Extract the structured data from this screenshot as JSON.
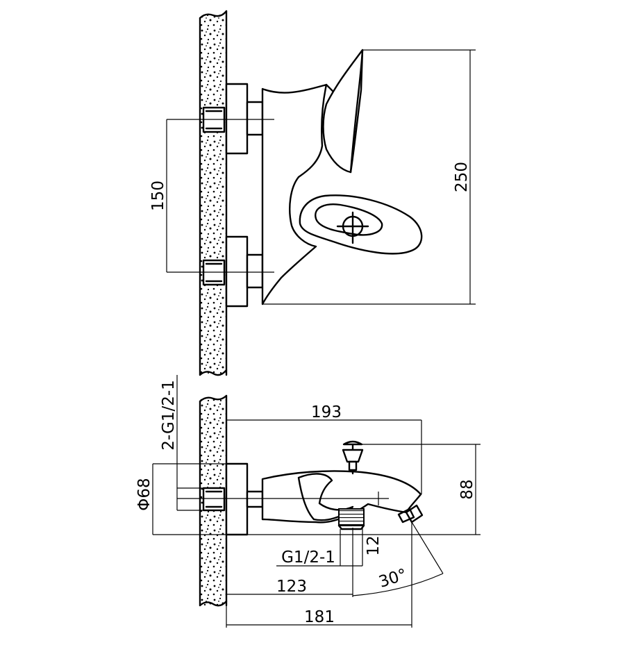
{
  "drawing": {
    "dimensions": {
      "total_height": "250",
      "inlet_spacing": "150",
      "spout_reach": "193",
      "spout_height": "88",
      "inlet_thread": "2-G1/2-1",
      "flange_diameter": "Φ68",
      "outlet_thread": "G1/2-1",
      "outlet_offset": "12",
      "outlet_distance": "123",
      "overall_depth": "181",
      "spout_angle": "30°"
    }
  }
}
